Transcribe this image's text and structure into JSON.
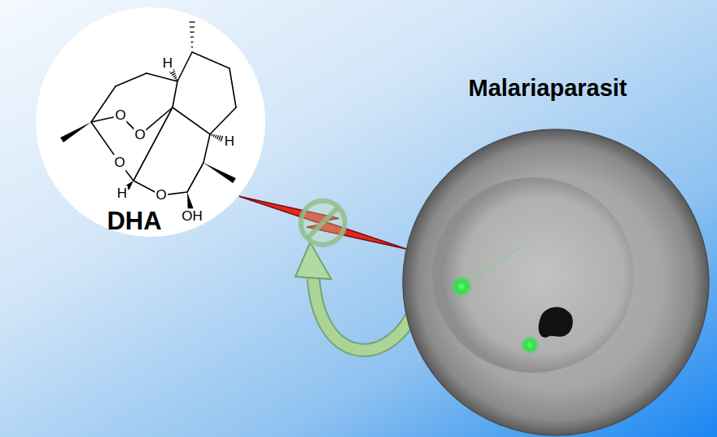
{
  "diagram": {
    "nodes": [
      {
        "text": [
          "DHA"
        ]
      },
      {
        "text": [
          "Malariaparasit"
        ]
      }
    ],
    "edges": [
      {
        "from": 0,
        "to": 1,
        "arrow": "none"
      }
    ],
    "labels": [
      "H",
      "O",
      "O",
      "O",
      "H",
      "O",
      "OH",
      "H"
    ]
  }
}
